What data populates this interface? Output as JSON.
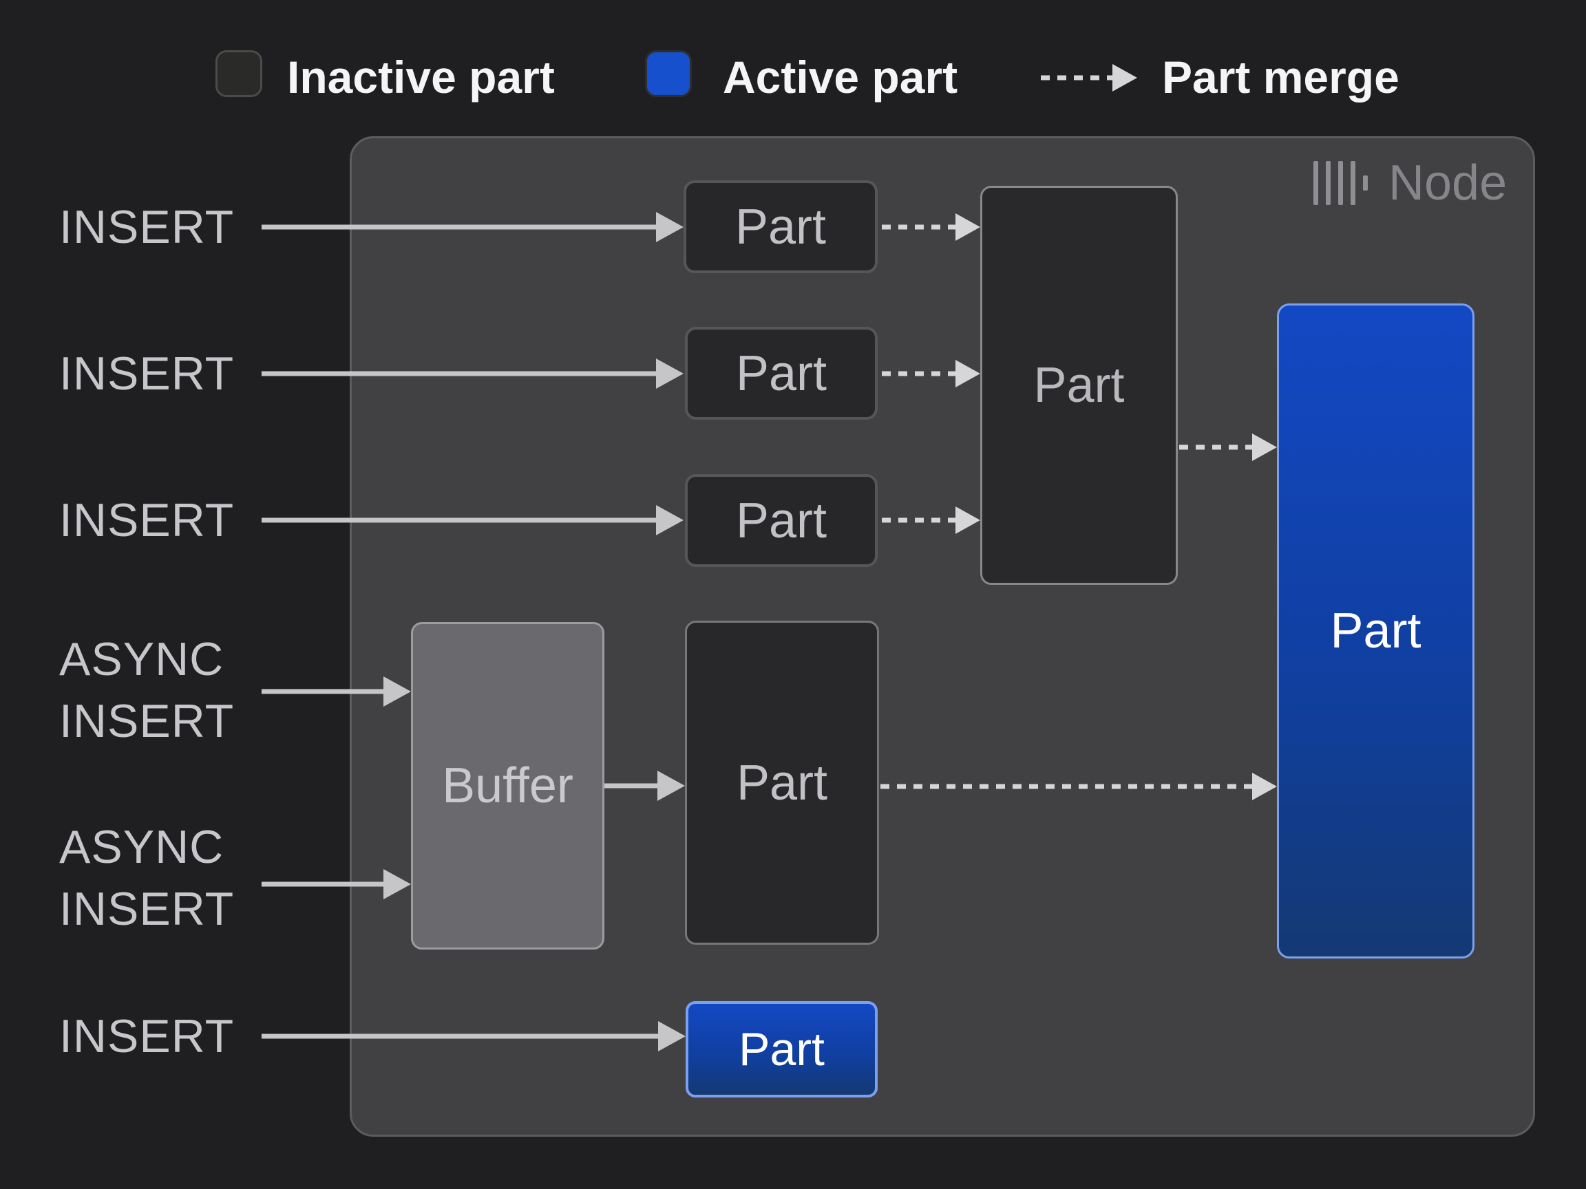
{
  "legend": {
    "inactive_label": "Inactive part",
    "active_label": "Active part",
    "merge_label": "Part merge"
  },
  "node": {
    "title": "Node",
    "logo_icon": "clickhouse-bars-logo"
  },
  "inputs": {
    "insert_1": "INSERT",
    "insert_2": "INSERT",
    "insert_3": "INSERT",
    "async_insert_1": "ASYNC INSERT",
    "async_insert_2": "ASYNC INSERT",
    "insert_4": "INSERT"
  },
  "parts": {
    "part_1": "Part",
    "part_2": "Part",
    "part_3": "Part",
    "merged_part": "Part",
    "buffer": "Buffer",
    "async_part": "Part",
    "active_part_large": "Part",
    "active_part_small": "Part"
  },
  "colors": {
    "page_bg": "#1F1F21",
    "node_bg": "#414143",
    "inactive_fill": "#27272A",
    "buffer_fill": "#6A6A6E",
    "active_blue_top": "#1348C4",
    "active_blue_bottom": "#143973",
    "active_border": "#7BA0EE",
    "legend_active_swatch": "#1750CC",
    "arrow_solid": "#C6C6C8",
    "arrow_dashed": "#D6D6D8"
  }
}
